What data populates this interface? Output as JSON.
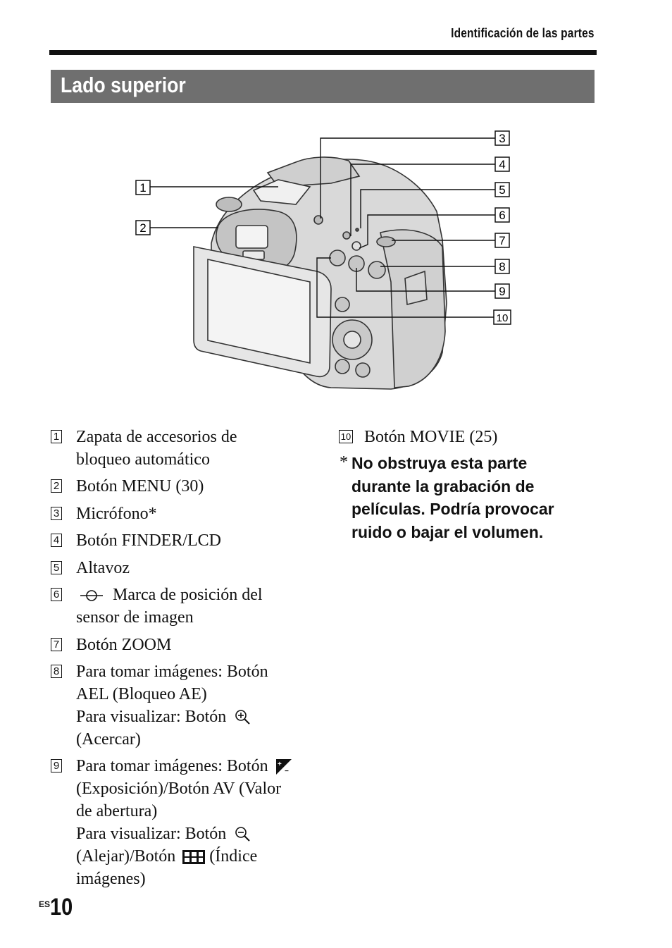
{
  "header": {
    "section_title": "Identificación de las partes"
  },
  "section": {
    "title": "Lado superior"
  },
  "callouts": [
    "1",
    "2",
    "3",
    "4",
    "5",
    "6",
    "7",
    "8",
    "9",
    "10"
  ],
  "items": [
    {
      "num": "1",
      "lines": [
        "Zapata de accesorios de",
        "bloqueo automático"
      ]
    },
    {
      "num": "2",
      "lines": [
        "Botón MENU (30)"
      ]
    },
    {
      "num": "3",
      "lines": [
        "Micrófono*"
      ]
    },
    {
      "num": "4",
      "lines": [
        "Botón FINDER/LCD"
      ]
    },
    {
      "num": "5",
      "lines": [
        "Altavoz"
      ]
    },
    {
      "num": "6",
      "lines": [
        "Marca de posición del",
        "sensor de imagen"
      ]
    },
    {
      "num": "7",
      "lines": [
        "Botón ZOOM"
      ]
    },
    {
      "num": "8",
      "lines": [
        "Para tomar imágenes: Botón",
        "AEL (Bloqueo AE)",
        "Para visualizar: Botón",
        "(Acercar)"
      ]
    },
    {
      "num": "9",
      "lines": [
        "Para tomar imágenes: Botón",
        "(Exposición)/Botón AV (Valor",
        "de abertura)",
        "Para visualizar: Botón",
        "(Alejar)/Botón",
        "(Índice",
        "imágenes)"
      ]
    },
    {
      "num": "10",
      "lines": [
        "Botón MOVIE (25)"
      ]
    }
  ],
  "note": {
    "marker": "*",
    "text": "No obstruya esta parte durante la grabación de películas. Podría provocar ruido o bajar el volumen."
  },
  "footer": {
    "lang": "ES",
    "page": "10"
  }
}
